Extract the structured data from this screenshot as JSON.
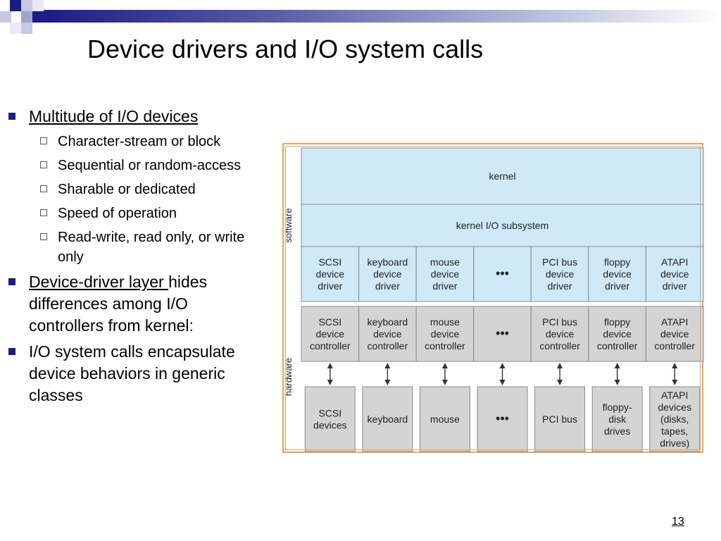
{
  "slide": {
    "title": "Device drivers and I/O system calls",
    "page_number": "13"
  },
  "bullets": [
    {
      "level": 1,
      "lines": [
        [
          "Multitude of I/O devices",
          "u"
        ]
      ],
      "children": [
        {
          "lines": [
            [
              "Character-stream or block",
              ""
            ]
          ]
        },
        {
          "lines": [
            [
              "Sequential or random-access",
              ""
            ]
          ]
        },
        {
          "lines": [
            [
              "Sharable or dedicated",
              ""
            ]
          ]
        },
        {
          "lines": [
            [
              "Speed of operation",
              ""
            ]
          ]
        },
        {
          "lines": [
            [
              "Read-write, read only, or write",
              ""
            ],
            [
              "only",
              ""
            ]
          ]
        }
      ]
    },
    {
      "level": 1,
      "lines": [
        [
          "Device-driver layer ",
          "u",
          "hides"
        ],
        [
          "differences among I/O",
          ""
        ],
        [
          "controllers from kernel:",
          ""
        ]
      ]
    },
    {
      "level": 1,
      "lines": [
        [
          "I/O system calls encapsulate",
          ""
        ],
        [
          "device behaviors in generic",
          ""
        ],
        [
          "classes",
          ""
        ]
      ]
    }
  ],
  "diagram": {
    "side_labels": {
      "software": "software",
      "hardware": "hardware"
    },
    "kernel": "kernel",
    "io_subsystem": "kernel I/O subsystem",
    "ellipsis": "•••",
    "drivers": [
      [
        "SCSI",
        "device",
        "driver"
      ],
      [
        "keyboard",
        "device",
        "driver"
      ],
      [
        "mouse",
        "device",
        "driver"
      ],
      [
        "•••"
      ],
      [
        "PCI bus",
        "device",
        "driver"
      ],
      [
        "floppy",
        "device",
        "driver"
      ],
      [
        "ATAPI",
        "device",
        "driver"
      ]
    ],
    "controllers": [
      [
        "SCSI",
        "device",
        "controller"
      ],
      [
        "keyboard",
        "device",
        "controller"
      ],
      [
        "mouse",
        "device",
        "controller"
      ],
      [
        "•••"
      ],
      [
        "PCI bus",
        "device",
        "controller"
      ],
      [
        "floppy",
        "device",
        "controller"
      ],
      [
        "ATAPI",
        "device",
        "controller"
      ]
    ],
    "devices": [
      [
        "SCSI",
        "devices"
      ],
      [
        "keyboard"
      ],
      [
        "mouse"
      ],
      [
        "•••"
      ],
      [
        "PCI bus"
      ],
      [
        "floppy-",
        "disk",
        "drives"
      ],
      [
        "ATAPI",
        "devices",
        "(disks,",
        "tapes,",
        "drives)"
      ]
    ],
    "colors": {
      "software_fill": "#cfe9f8",
      "hardware_fill": "#d4d4d4",
      "stroke": "#8a8a8a",
      "frame": "#e8a263"
    }
  }
}
